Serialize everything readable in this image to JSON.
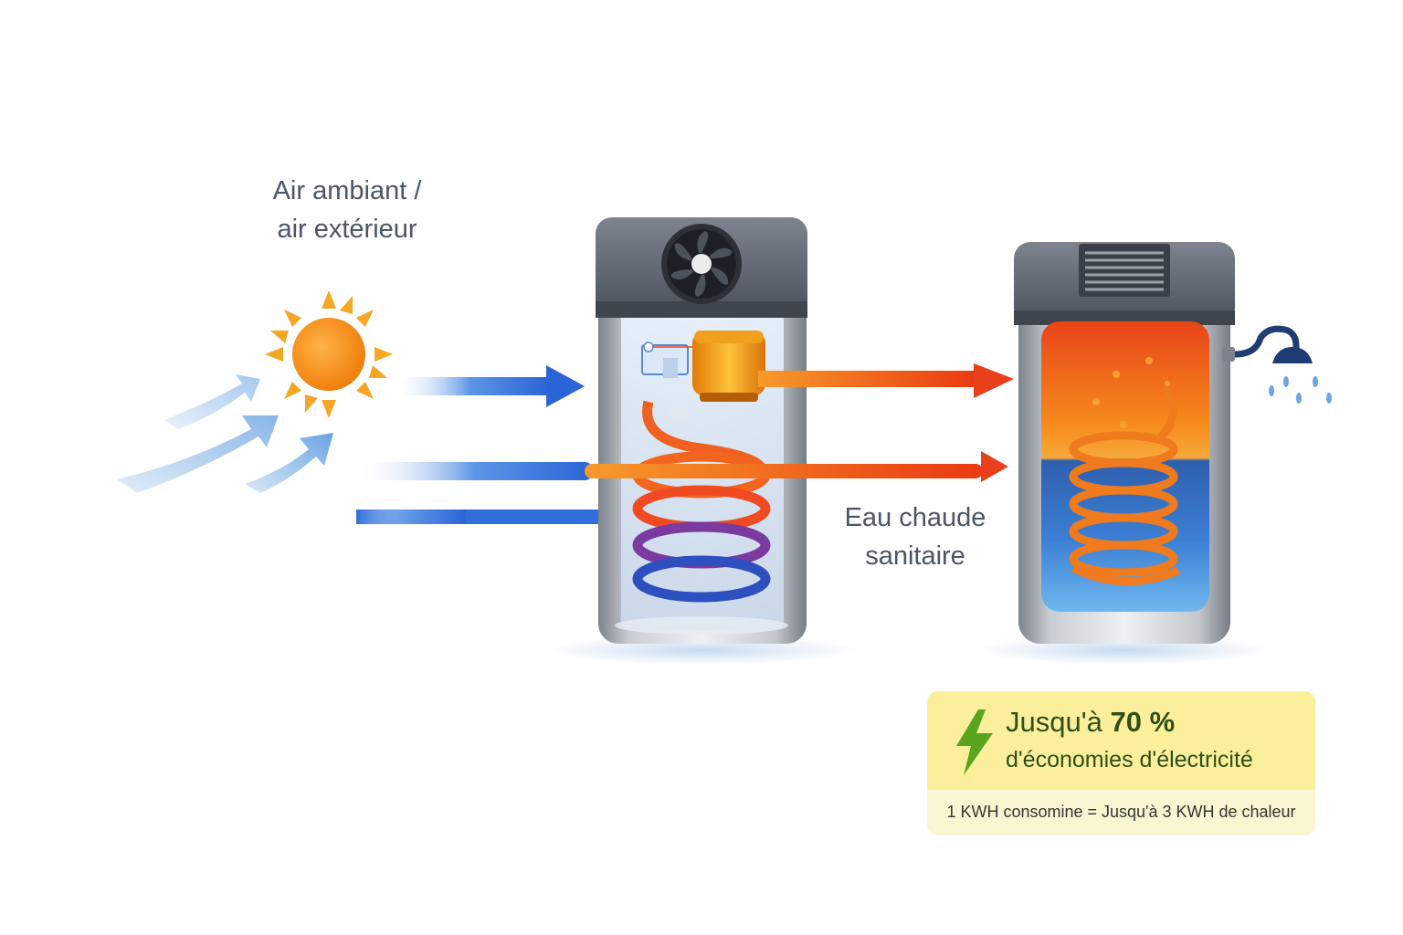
{
  "labels": {
    "air_line1": "Air ambiant /",
    "air_line2": "air extérieur",
    "water_line1": "Eau chaude",
    "water_line2": "sanitaire"
  },
  "savings": {
    "title_prefix": "Jusqu'à ",
    "percent": "70 %",
    "subtitle": "d'économies d'électricité",
    "note": "1 KWH consomine = Jusqu'à 3 KWH de chaleur"
  },
  "icons": {
    "sun": "sun-icon",
    "fan": "fan-icon",
    "shower": "shower-icon",
    "bolt": "lightning-bolt-icon"
  },
  "colors": {
    "cold_flow": "#2f6fdc",
    "hot_flow": "#f04a16",
    "savings_accent": "#5aa51e",
    "tank_gray": "#8d9299"
  }
}
